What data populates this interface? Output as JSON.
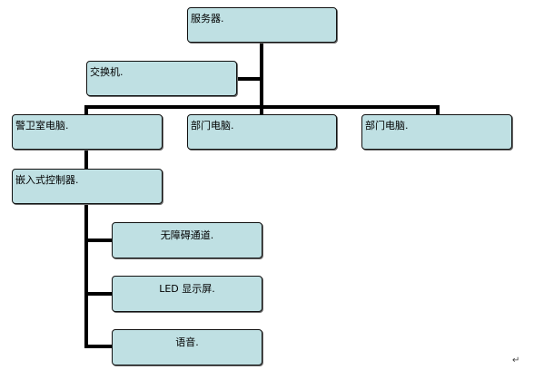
{
  "diagram": {
    "nodes": {
      "server": "服务器.",
      "switch": "交换机.",
      "guard_pc": "警卫室电脑.",
      "dept_pc_1": "部门电脑.",
      "dept_pc_2": "部门电脑.",
      "embedded_controller": "嵌入式控制器.",
      "barrier_free_passage": "无障碍通道.",
      "led_display": "LED 显示屏.",
      "voice": "语音."
    },
    "end_mark": "↵"
  },
  "colors": {
    "node_fill": "#bfe0e3",
    "node_border": "#111111",
    "connector": "#000000"
  }
}
